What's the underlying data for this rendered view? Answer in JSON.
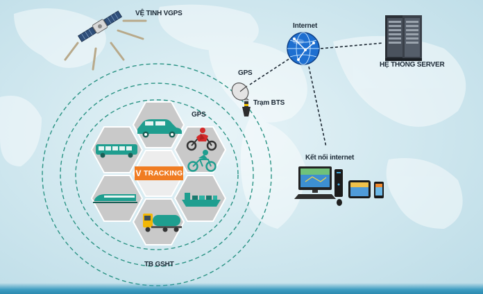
{
  "labels": {
    "satellite": "VỆ TINH VGPS",
    "internet": "Internet",
    "server": "HỆ THỐNG SERVER",
    "gps_top": "GPS",
    "bts": "Trạm BTS",
    "gps_hex": "GPS",
    "connect": "Kết nối internet",
    "device": "TB GSHT"
  },
  "brand": {
    "v": "V",
    "rest": "TRACKING"
  },
  "colors": {
    "hex": "#c9c9c9",
    "hex_center": "#ededed",
    "icon": "#1f9e8f",
    "brand": "#f07c22",
    "ring": "#2a9384",
    "link": "#1b2732"
  },
  "icons": [
    "satellite-icon",
    "globe-icon",
    "server-icon",
    "dish-icon",
    "car-icon",
    "motorbike-icon",
    "cyclist-icon",
    "bus-icon",
    "train-icon",
    "ship-icon",
    "truck-icon",
    "desktop-icon",
    "tablet-icon",
    "phone-icon"
  ]
}
